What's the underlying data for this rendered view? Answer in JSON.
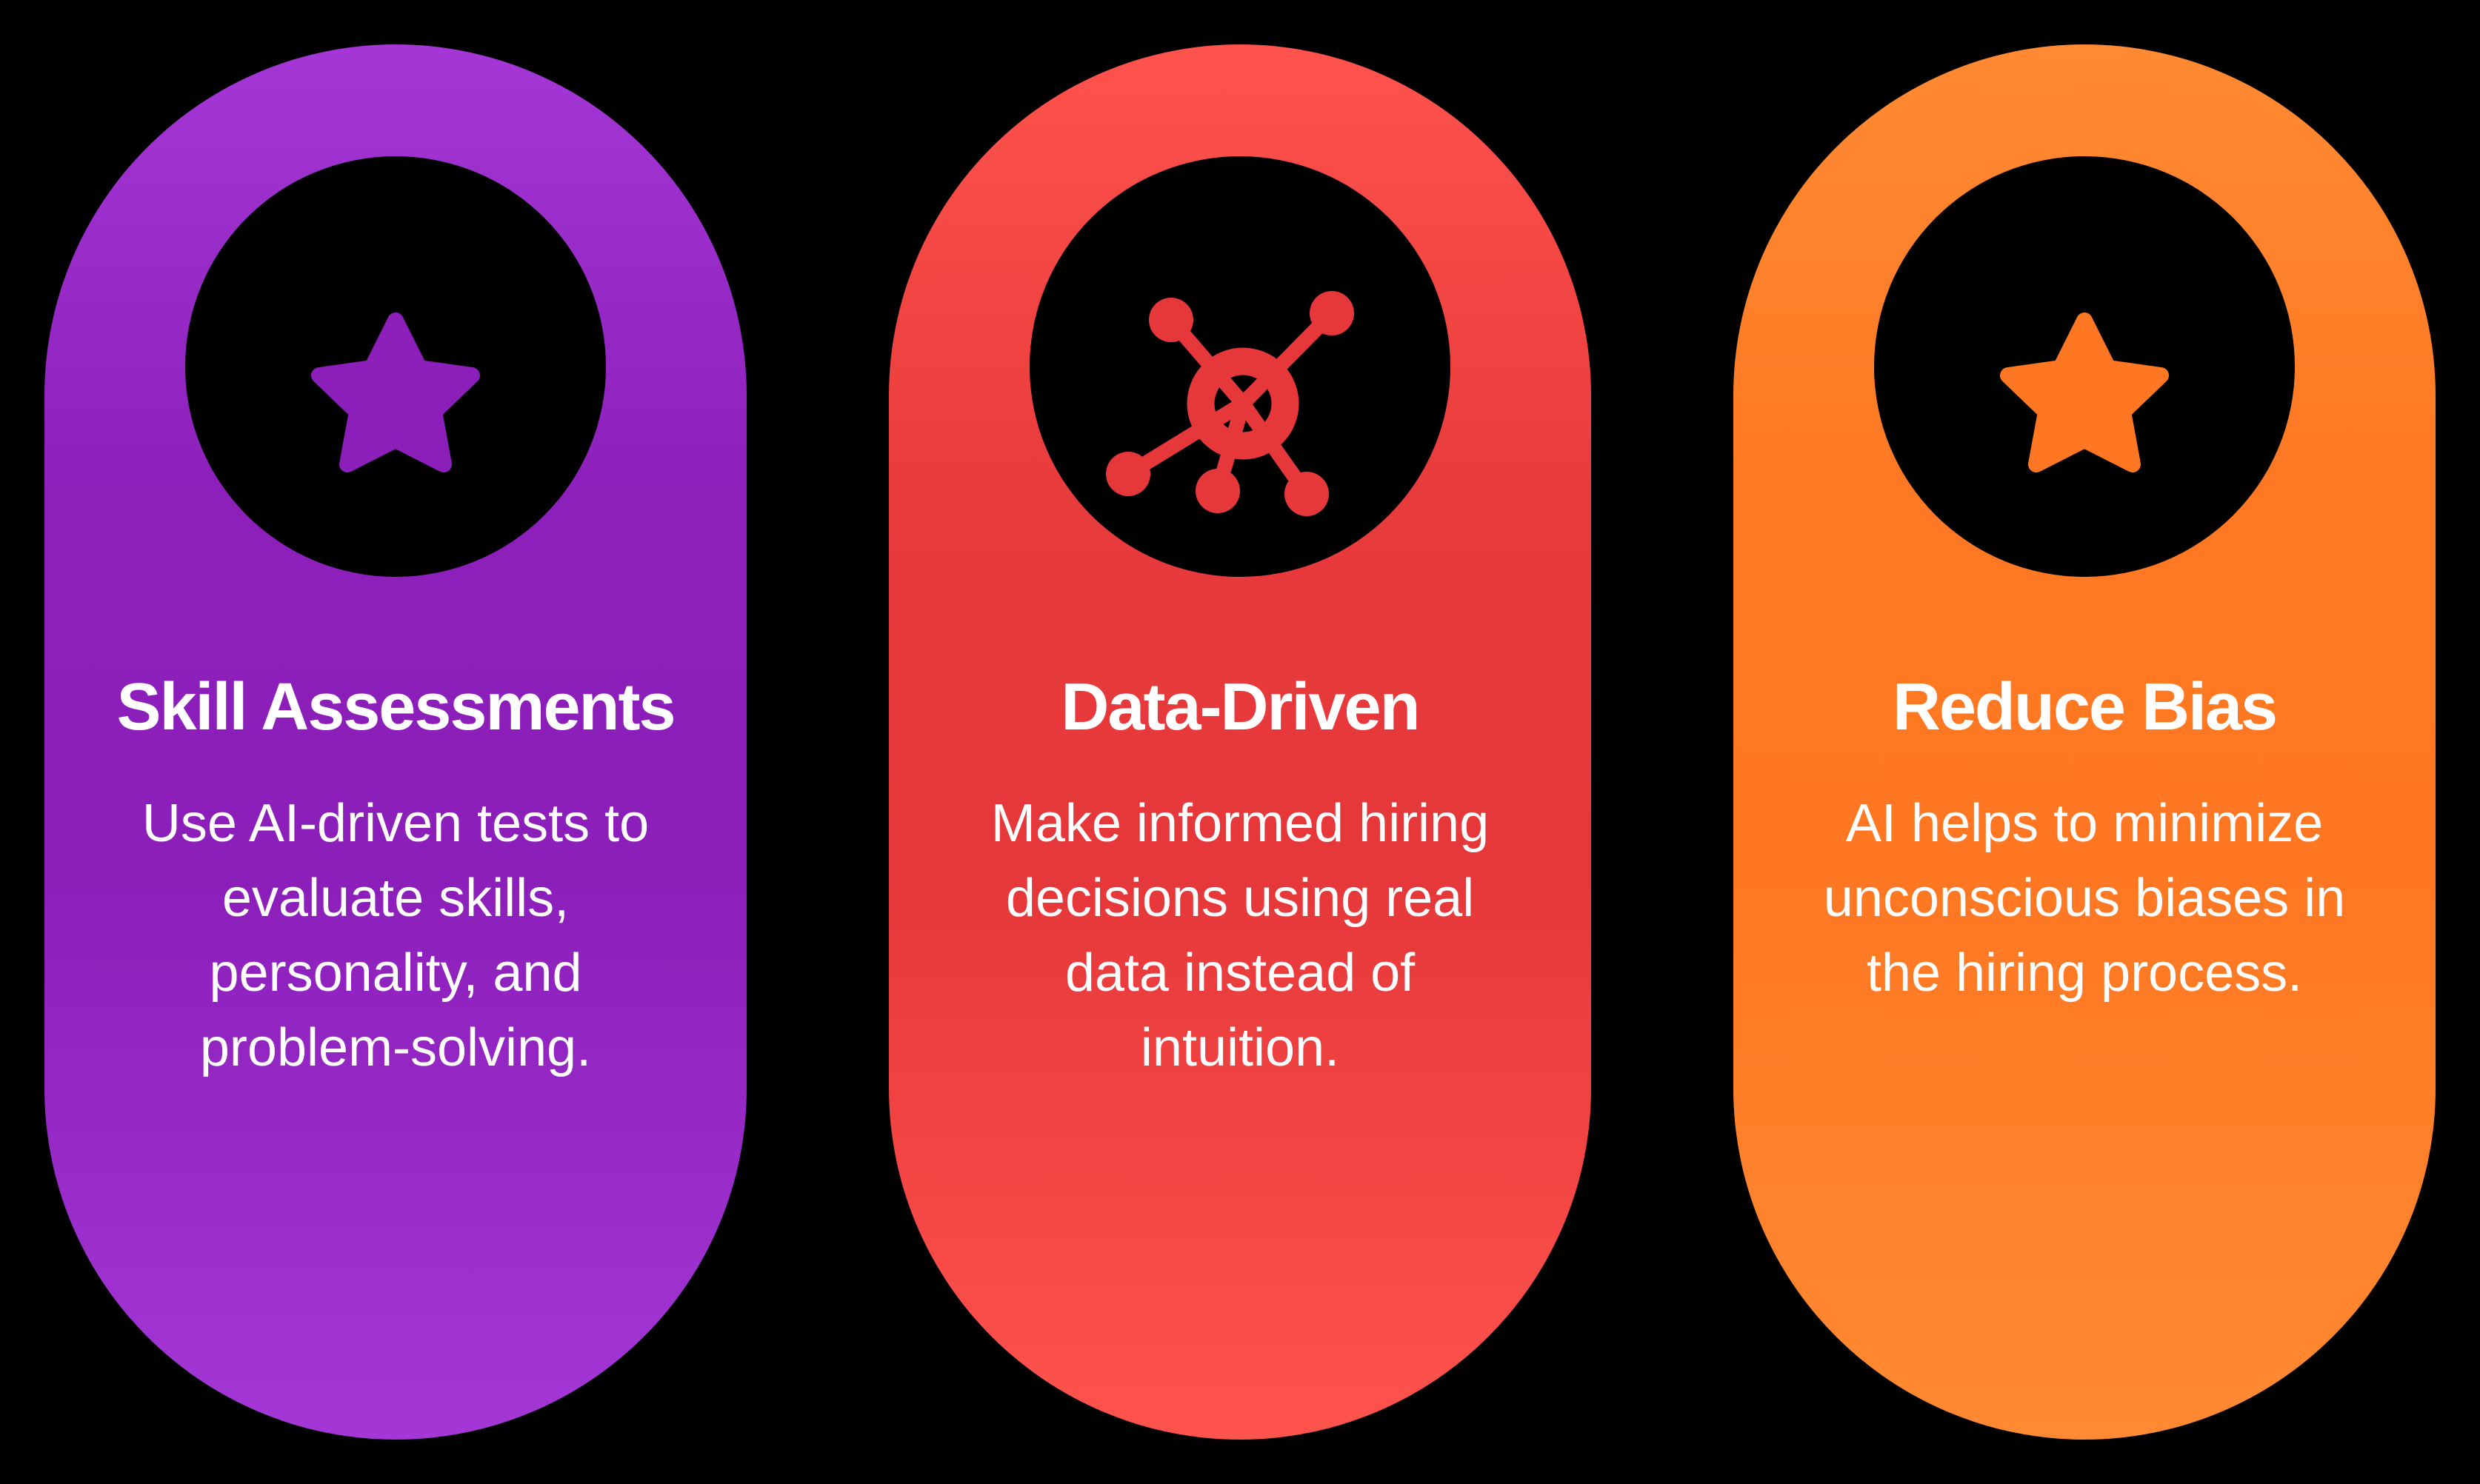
{
  "cards": [
    {
      "title": "Skill Assessments",
      "icon": "star-icon",
      "body_lines": [
        "Use AI-driven tests to",
        "evaluate skills,",
        "personality, and",
        "problem-solving."
      ],
      "colors": {
        "edge": "#A235D4",
        "mid": "#8C1EBA"
      }
    },
    {
      "title": "Data-Driven",
      "icon": "network-hub-icon",
      "body_lines": [
        "Make informed hiring",
        "decisions using real",
        "data instead of",
        "intuition."
      ],
      "colors": {
        "edge": "#FF534D",
        "mid": "#E6383A"
      }
    },
    {
      "title": "Reduce Bias",
      "icon": "star-icon",
      "body_lines": [
        "AI helps to minimize",
        "unconscious biases in",
        "the hiring process."
      ],
      "colors": {
        "edge": "#FF8A33",
        "mid": "#FF7722"
      }
    }
  ]
}
